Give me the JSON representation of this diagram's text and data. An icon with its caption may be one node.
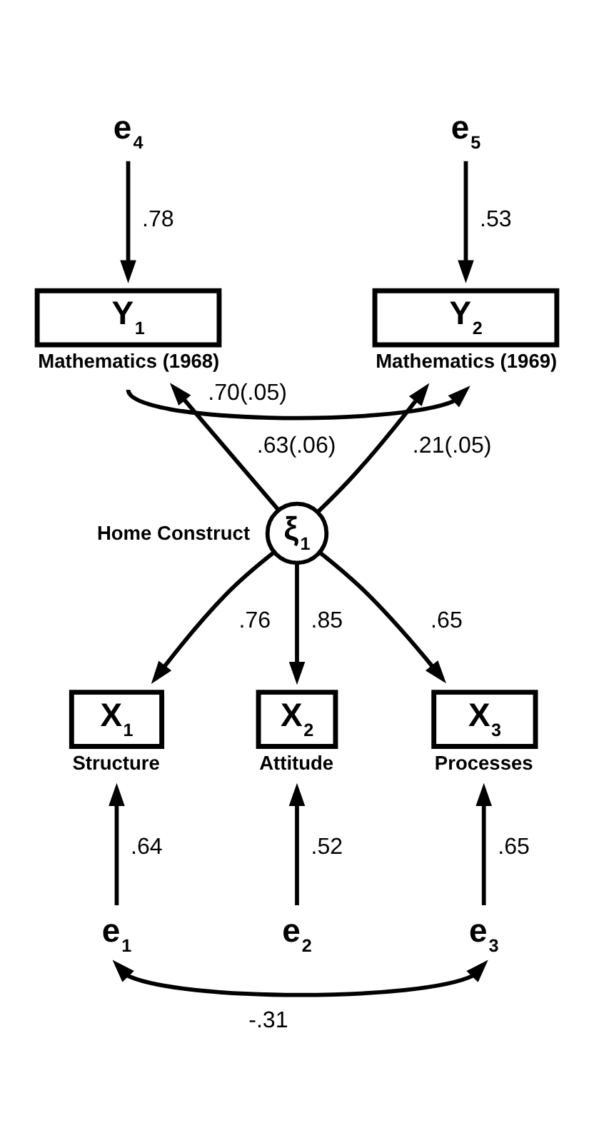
{
  "diagram": {
    "nodes": [
      {
        "text": [
          "e$_{4}$"
        ]
      },
      {
        "text": [
          "Y$_{1}$"
        ],
        "beside": [
          "Mathematics (1968)"
        ]
      },
      {
        "text": [
          "e$_{5}$"
        ]
      },
      {
        "text": [
          "Y$_{2}$"
        ],
        "beside": [
          "Mathematics (1969)"
        ]
      },
      {
        "text": [
          "ξ$_{1}$"
        ],
        "beside": [
          "Home Construct"
        ]
      },
      {
        "text": [
          "X$_{1}$"
        ],
        "beside": [
          "Structure"
        ]
      },
      {
        "text": [
          "X$_{2}$"
        ],
        "beside": [
          "Attitude"
        ]
      },
      {
        "text": [
          "X$_{3}$"
        ],
        "beside": [
          "Processes"
        ]
      },
      {
        "text": [
          "e$_{1}$"
        ]
      },
      {
        "text": [
          "e$_{2}$"
        ]
      },
      {
        "text": [
          "e$_{3}$"
        ]
      }
    ],
    "edges": [
      {
        "from": 0,
        "to": 1,
        "arrow": "to",
        "label": ".78"
      },
      {
        "from": 2,
        "to": 3,
        "arrow": "to",
        "label": ".53"
      },
      {
        "from": 1,
        "to": 3,
        "arrow": "to",
        "label": ".70(.05)"
      },
      {
        "from": 4,
        "to": 1,
        "arrow": "to",
        "label": ".63(.06)"
      },
      {
        "from": 4,
        "to": 3,
        "arrow": "to",
        "label": ".21(.05)"
      },
      {
        "from": 4,
        "to": 5,
        "arrow": "to",
        "label": ".76"
      },
      {
        "from": 4,
        "to": 6,
        "arrow": "to",
        "label": ".85"
      },
      {
        "from": 4,
        "to": 7,
        "arrow": "to",
        "label": ".65"
      },
      {
        "from": 8,
        "to": 5,
        "arrow": "to",
        "label": ".64"
      },
      {
        "from": 9,
        "to": 6,
        "arrow": "to",
        "label": ".52"
      },
      {
        "from": 10,
        "to": 7,
        "arrow": "to",
        "label": ".65"
      },
      {
        "from": 8,
        "to": 10,
        "arrow": "both",
        "label": "-.31"
      }
    ]
  }
}
